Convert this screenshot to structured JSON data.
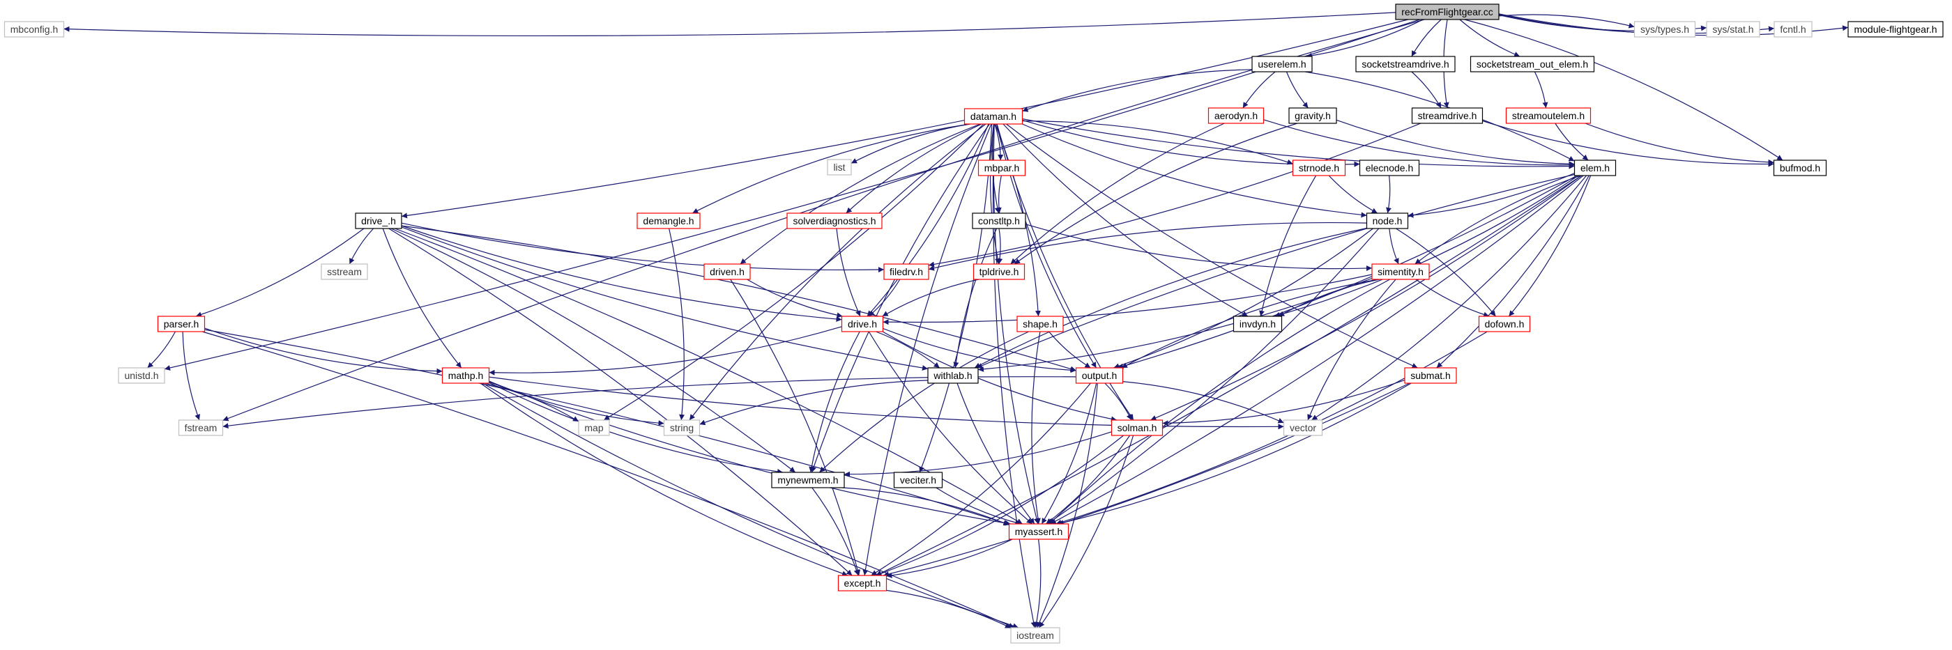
{
  "title": "recFromFlightgear.cc",
  "colors": {
    "edge": "#191970",
    "box_black": "#000000",
    "box_red": "#ff0000",
    "box_gray": "#bfbfbf",
    "root_fill": "#bfbfbf",
    "text": "#000000",
    "text_gray": "#404040"
  },
  "nodes": [
    {
      "id": "root",
      "label": "recFromFlightgear.cc",
      "style": "root"
    },
    {
      "id": "mbconfig",
      "label": "mbconfig.h",
      "style": "gray"
    },
    {
      "id": "fstream",
      "label": "fstream",
      "style": "gray"
    },
    {
      "id": "unistd",
      "label": "unistd.h",
      "style": "gray"
    },
    {
      "id": "drive_",
      "label": "drive_.h",
      "style": "black"
    },
    {
      "id": "userelem",
      "label": "userelem.h",
      "style": "black"
    },
    {
      "id": "socketstreamdrive",
      "label": "socketstreamdrive.h",
      "style": "black"
    },
    {
      "id": "streamdrive",
      "label": "streamdrive.h",
      "style": "black"
    },
    {
      "id": "socketstream_out_elem",
      "label": "socketstream_out_elem.h",
      "style": "black"
    },
    {
      "id": "systypes",
      "label": "sys/types.h",
      "style": "gray"
    },
    {
      "id": "sysstat",
      "label": "sys/stat.h",
      "style": "gray"
    },
    {
      "id": "fcntl",
      "label": "fcntl.h",
      "style": "gray"
    },
    {
      "id": "modfg",
      "label": "module-flightgear.h",
      "style": "black"
    },
    {
      "id": "dataman",
      "label": "dataman.h",
      "style": "red"
    },
    {
      "id": "aerodyn",
      "label": "aerodyn.h",
      "style": "red"
    },
    {
      "id": "gravity",
      "label": "gravity.h",
      "style": "black"
    },
    {
      "id": "streamoutelem",
      "label": "streamoutelem.h",
      "style": "red"
    },
    {
      "id": "list",
      "label": "list",
      "style": "gray"
    },
    {
      "id": "mbpar",
      "label": "mbpar.h",
      "style": "red"
    },
    {
      "id": "strnode",
      "label": "strnode.h",
      "style": "red"
    },
    {
      "id": "elecnode",
      "label": "elecnode.h",
      "style": "black"
    },
    {
      "id": "elem",
      "label": "elem.h",
      "style": "black"
    },
    {
      "id": "bufmod",
      "label": "bufmod.h",
      "style": "black"
    },
    {
      "id": "demangle",
      "label": "demangle.h",
      "style": "red"
    },
    {
      "id": "solverdiag",
      "label": "solverdiagnostics.h",
      "style": "red"
    },
    {
      "id": "constltp",
      "label": "constltp.h",
      "style": "black"
    },
    {
      "id": "node",
      "label": "node.h",
      "style": "black"
    },
    {
      "id": "sstream",
      "label": "sstream",
      "style": "gray"
    },
    {
      "id": "driven",
      "label": "driven.h",
      "style": "red"
    },
    {
      "id": "filedrv",
      "label": "filedrv.h",
      "style": "red"
    },
    {
      "id": "tpldrive",
      "label": "tpldrive.h",
      "style": "red"
    },
    {
      "id": "simentity",
      "label": "simentity.h",
      "style": "red"
    },
    {
      "id": "parser",
      "label": "parser.h",
      "style": "red"
    },
    {
      "id": "drive",
      "label": "drive.h",
      "style": "red"
    },
    {
      "id": "shape",
      "label": "shape.h",
      "style": "red"
    },
    {
      "id": "invdyn",
      "label": "invdyn.h",
      "style": "black"
    },
    {
      "id": "dofown",
      "label": "dofown.h",
      "style": "red"
    },
    {
      "id": "mathp",
      "label": "mathp.h",
      "style": "red"
    },
    {
      "id": "withlab",
      "label": "withlab.h",
      "style": "black"
    },
    {
      "id": "output",
      "label": "output.h",
      "style": "red"
    },
    {
      "id": "submat",
      "label": "submat.h",
      "style": "red"
    },
    {
      "id": "map",
      "label": "map",
      "style": "gray"
    },
    {
      "id": "string",
      "label": "string",
      "style": "gray"
    },
    {
      "id": "vector",
      "label": "vector",
      "style": "gray"
    },
    {
      "id": "solman",
      "label": "solman.h",
      "style": "red"
    },
    {
      "id": "mynewmem",
      "label": "mynewmem.h",
      "style": "black"
    },
    {
      "id": "veciter",
      "label": "veciter.h",
      "style": "black"
    },
    {
      "id": "myassert",
      "label": "myassert.h",
      "style": "red"
    },
    {
      "id": "except",
      "label": "except.h",
      "style": "red"
    },
    {
      "id": "iostream",
      "label": "iostream",
      "style": "gray"
    }
  ],
  "edges": [
    [
      "root",
      "mbconfig"
    ],
    [
      "root",
      "fstream"
    ],
    [
      "root",
      "unistd"
    ],
    [
      "root",
      "drive_"
    ],
    [
      "root",
      "userelem"
    ],
    [
      "root",
      "socketstreamdrive"
    ],
    [
      "root",
      "streamdrive"
    ],
    [
      "root",
      "socketstream_out_elem"
    ],
    [
      "root",
      "systypes"
    ],
    [
      "root",
      "sysstat"
    ],
    [
      "root",
      "fcntl"
    ],
    [
      "root",
      "modfg"
    ],
    [
      "root",
      "bufmod"
    ],
    [
      "userelem",
      "dataman"
    ],
    [
      "userelem",
      "aerodyn"
    ],
    [
      "userelem",
      "gravity"
    ],
    [
      "userelem",
      "elem"
    ],
    [
      "socketstreamdrive",
      "streamdrive"
    ],
    [
      "streamdrive",
      "bufmod"
    ],
    [
      "streamdrive",
      "filedrv"
    ],
    [
      "socketstream_out_elem",
      "streamoutelem"
    ],
    [
      "streamoutelem",
      "elem"
    ],
    [
      "streamoutelem",
      "bufmod"
    ],
    [
      "aerodyn",
      "elem"
    ],
    [
      "aerodyn",
      "tpldrive"
    ],
    [
      "gravity",
      "elem"
    ],
    [
      "gravity",
      "tpldrive"
    ],
    [
      "dataman",
      "list"
    ],
    [
      "dataman",
      "mbpar"
    ],
    [
      "dataman",
      "strnode"
    ],
    [
      "dataman",
      "elecnode"
    ],
    [
      "dataman",
      "elem"
    ],
    [
      "dataman",
      "demangle"
    ],
    [
      "dataman",
      "solverdiag"
    ],
    [
      "dataman",
      "constltp"
    ],
    [
      "dataman",
      "node"
    ],
    [
      "dataman",
      "driven"
    ],
    [
      "dataman",
      "tpldrive"
    ],
    [
      "dataman",
      "drive"
    ],
    [
      "dataman",
      "shape"
    ],
    [
      "dataman",
      "invdyn"
    ],
    [
      "dataman",
      "output"
    ],
    [
      "dataman",
      "submat"
    ],
    [
      "dataman",
      "map"
    ],
    [
      "dataman",
      "string"
    ],
    [
      "dataman",
      "solman"
    ],
    [
      "dataman",
      "mynewmem"
    ],
    [
      "dataman",
      "veciter"
    ],
    [
      "dataman",
      "myassert"
    ],
    [
      "dataman",
      "except"
    ],
    [
      "dataman",
      "iostream"
    ],
    [
      "mbpar",
      "constltp"
    ],
    [
      "strnode",
      "node"
    ],
    [
      "strnode",
      "invdyn"
    ],
    [
      "elecnode",
      "node"
    ],
    [
      "elem",
      "node"
    ],
    [
      "elem",
      "simentity"
    ],
    [
      "elem",
      "invdyn"
    ],
    [
      "elem",
      "dofown"
    ],
    [
      "elem",
      "output"
    ],
    [
      "elem",
      "withlab"
    ],
    [
      "elem",
      "submat"
    ],
    [
      "elem",
      "solman"
    ],
    [
      "elem",
      "vector"
    ],
    [
      "elem",
      "myassert"
    ],
    [
      "elem",
      "except"
    ],
    [
      "demangle",
      "string"
    ],
    [
      "solverdiag",
      "drive"
    ],
    [
      "constltp",
      "tpldrive"
    ],
    [
      "constltp",
      "simentity"
    ],
    [
      "constltp",
      "withlab"
    ],
    [
      "node",
      "filedrv"
    ],
    [
      "node",
      "simentity"
    ],
    [
      "node",
      "dofown"
    ],
    [
      "node",
      "output"
    ],
    [
      "node",
      "withlab"
    ],
    [
      "node",
      "myassert"
    ],
    [
      "drive_",
      "sstream"
    ],
    [
      "drive_",
      "filedrv"
    ],
    [
      "drive_",
      "parser"
    ],
    [
      "drive_",
      "drive"
    ],
    [
      "drive_",
      "mathp"
    ],
    [
      "drive_",
      "withlab"
    ],
    [
      "drive_",
      "output"
    ],
    [
      "drive_",
      "mynewmem"
    ],
    [
      "drive_",
      "myassert"
    ],
    [
      "drive_",
      "except"
    ],
    [
      "driven",
      "drive"
    ],
    [
      "driven",
      "except"
    ],
    [
      "filedrv",
      "drive"
    ],
    [
      "tpldrive",
      "drive"
    ],
    [
      "simentity",
      "drive"
    ],
    [
      "simentity",
      "invdyn"
    ],
    [
      "simentity",
      "dofown"
    ],
    [
      "simentity",
      "output"
    ],
    [
      "simentity",
      "withlab"
    ],
    [
      "simentity",
      "vector"
    ],
    [
      "simentity",
      "myassert"
    ],
    [
      "parser",
      "unistd"
    ],
    [
      "parser",
      "fstream"
    ],
    [
      "parser",
      "mathp"
    ],
    [
      "parser",
      "myassert"
    ],
    [
      "parser",
      "iostream"
    ],
    [
      "drive",
      "mathp"
    ],
    [
      "drive",
      "withlab"
    ],
    [
      "drive",
      "output"
    ],
    [
      "drive",
      "solman"
    ],
    [
      "drive",
      "mynewmem"
    ],
    [
      "drive",
      "myassert"
    ],
    [
      "shape",
      "output"
    ],
    [
      "shape",
      "mynewmem"
    ],
    [
      "shape",
      "myassert"
    ],
    [
      "dofown",
      "myassert"
    ],
    [
      "mathp",
      "map"
    ],
    [
      "mathp",
      "string"
    ],
    [
      "mathp",
      "vector"
    ],
    [
      "mathp",
      "mynewmem"
    ],
    [
      "mathp",
      "myassert"
    ],
    [
      "mathp",
      "except"
    ],
    [
      "mathp",
      "iostream"
    ],
    [
      "withlab",
      "string"
    ],
    [
      "withlab",
      "myassert"
    ],
    [
      "output",
      "fstream"
    ],
    [
      "output",
      "vector"
    ],
    [
      "output",
      "solman"
    ],
    [
      "output",
      "myassert"
    ],
    [
      "output",
      "except"
    ],
    [
      "output",
      "iostream"
    ],
    [
      "submat",
      "solman"
    ],
    [
      "submat",
      "myassert"
    ],
    [
      "submat",
      "except"
    ],
    [
      "solman",
      "mynewmem"
    ],
    [
      "solman",
      "myassert"
    ],
    [
      "solman",
      "except"
    ],
    [
      "solman",
      "iostream"
    ],
    [
      "mynewmem",
      "myassert"
    ],
    [
      "mynewmem",
      "except"
    ],
    [
      "veciter",
      "myassert"
    ],
    [
      "myassert",
      "except"
    ],
    [
      "myassert",
      "iostream"
    ],
    [
      "except",
      "iostream"
    ]
  ]
}
